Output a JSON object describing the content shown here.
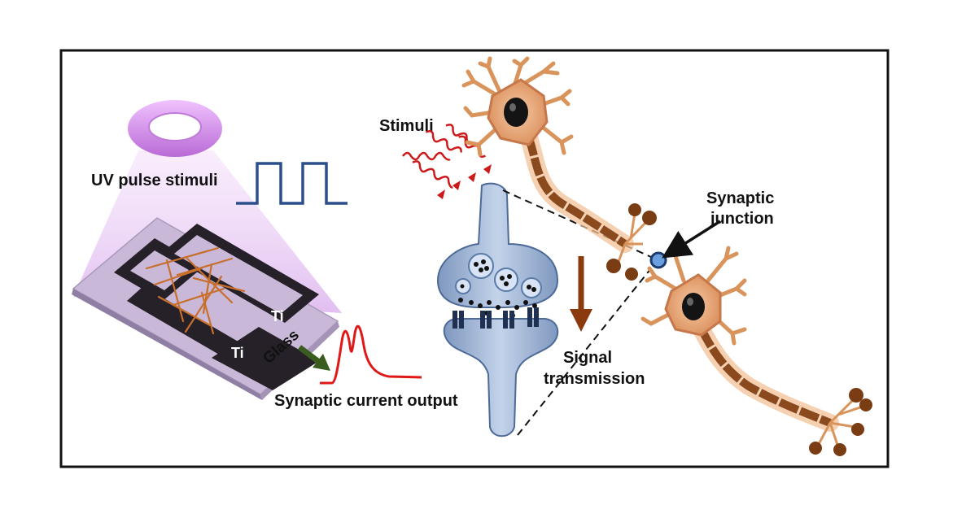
{
  "labels": {
    "uv_pulse": "UV pulse stimuli",
    "ti_right": "Ti",
    "ti_left": "Ti",
    "glass": "Glass",
    "synaptic_output": "Synaptic current output",
    "stimuli": "Stimuli",
    "synaptic_junction_1": "Synaptic",
    "synaptic_junction_2": "junction",
    "signal_1": "Signal",
    "signal_2": "transmission"
  },
  "colors": {
    "frame": "#111111",
    "uv_ring": "#d68be8",
    "uv_cone": "#e8c8f3",
    "pulse": "#2b4f8c",
    "current_output": "#e01818",
    "arrow_green": "#3a5d1f",
    "stimuli_wave": "#cc1a1a",
    "synapse_body": "#8fa8cc",
    "neuron_body": "#e8a878",
    "axon": "#8b4a1e",
    "signal_arrow": "#8b3a0e"
  }
}
